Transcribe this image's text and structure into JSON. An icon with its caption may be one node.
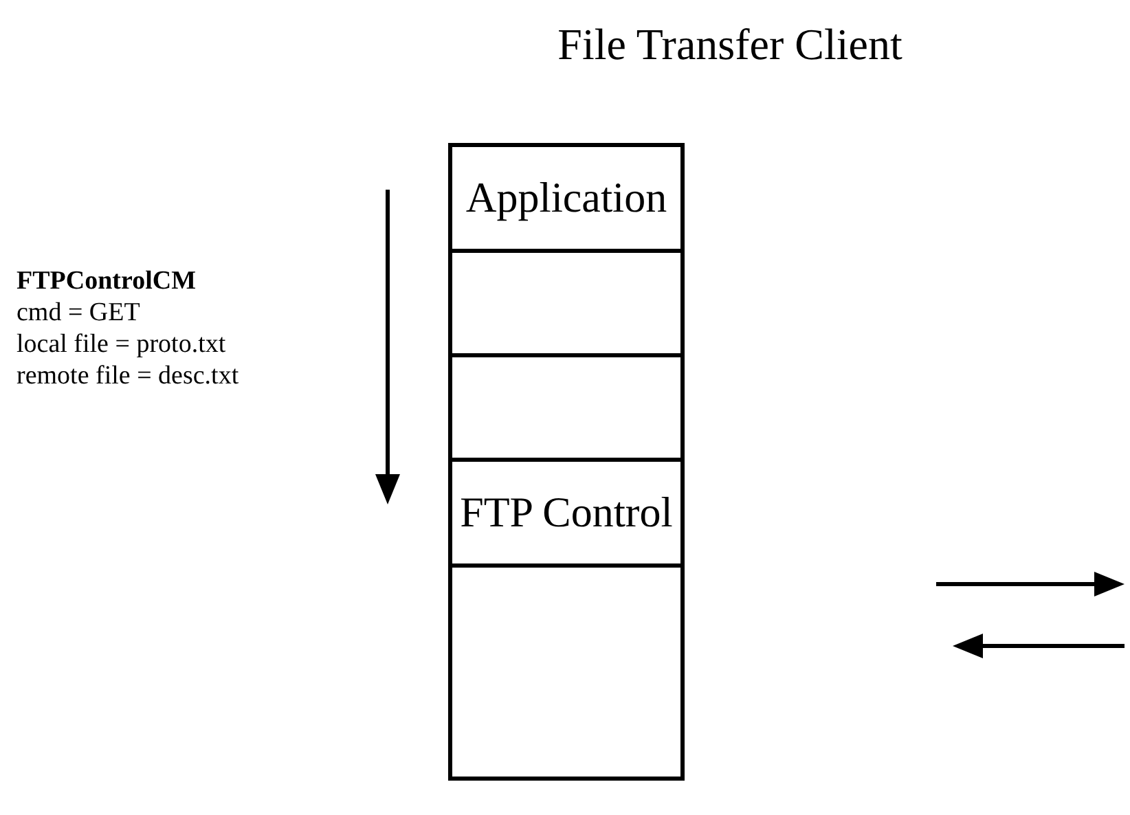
{
  "diagram": {
    "title": "File Transfer Client",
    "nodes": [
      {
        "text": [
          "Application"
        ]
      },
      {
        "text": [],
        "shape": "box"
      },
      {
        "text": [],
        "shape": "box"
      },
      {
        "text": [
          "FTP Control"
        ]
      },
      {
        "text": [],
        "shape": "box"
      }
    ],
    "labels": [
      "FTPControlCM",
      "cmd = GET",
      "local file = proto.txt",
      "remote file = desc.txt"
    ]
  }
}
